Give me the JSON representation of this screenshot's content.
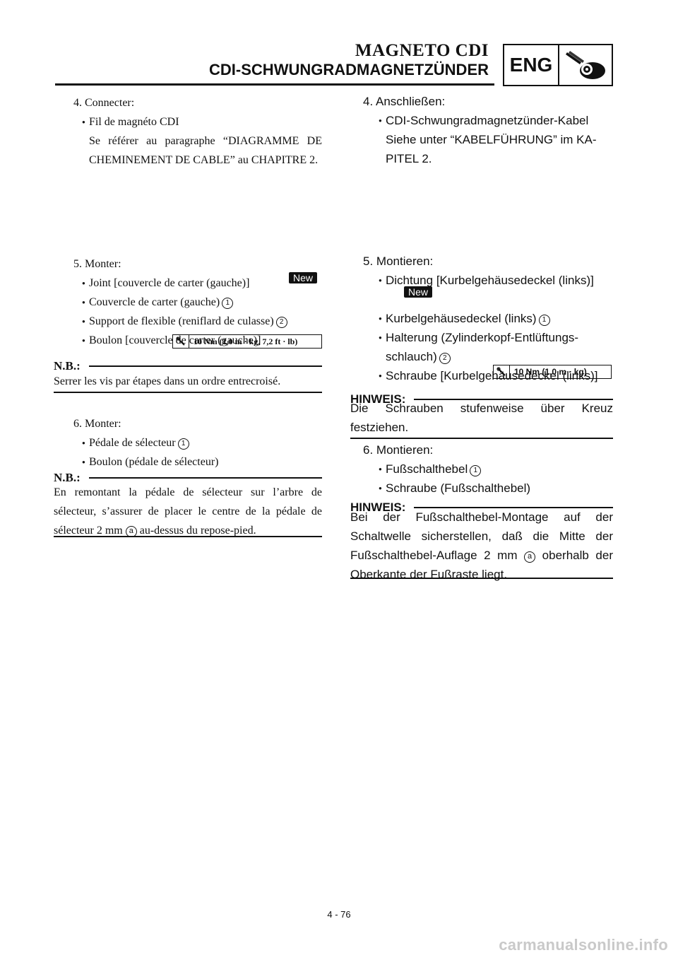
{
  "header": {
    "title_en": "MAGNETO CDI",
    "title_de": "CDI-SCHWUNGRADMAGNETZÜNDER",
    "lang_label": "ENG",
    "icon": "electrical-coil-icon"
  },
  "fr": {
    "step4": {
      "num": "4.",
      "label": "Connecter:"
    },
    "step4_bullet1": "Fil de magnéto CDI",
    "step4_sub": "Se référer au paragraphe “DIAGRAMME DE CHEMINEMENT DE CABLE” au CHAPITRE 2.",
    "step5": {
      "num": "5.",
      "label": "Monter:"
    },
    "step5_b1": "Joint [couvercle de carter (gauche)]",
    "step5_b2": "Couvercle de carter (gauche)",
    "step5_b3": "Support de flexible (reniflard de culasse)",
    "step5_b4": "Boulon [couvercle de carter (gauche)]",
    "torque": "10 Nm (1,0 m · kg, 7,2 ft · lb)",
    "note1_head": "N.B.:",
    "note1_body": "Serrer les vis par étapes dans un ordre entrecroisé.",
    "step6": {
      "num": "6.",
      "label": "Monter:"
    },
    "step6_b1": "Pédale de sélecteur",
    "step6_b2": "Boulon (pédale de sélecteur)",
    "note2_head": "N.B.:",
    "note2_body_pre": "En remontant la pédale de sélecteur sur l’arbre de sélecteur, s’assurer de placer le centre de la pédale de sélecteur 2 mm",
    "note2_body_post": "au-dessus du repose-pied."
  },
  "de": {
    "step4": {
      "num": "4.",
      "label": "Anschließen:"
    },
    "step4_bullet1": "CDI-Schwungradmagnetzünder-Kabel",
    "step4_sub": "Siehe unter “KABELFÜHRUNG” im KAPITEL 2.",
    "step4_sub_l1": "Siehe unter “KABELFÜHRUNG” im KA-",
    "step4_sub_l2": "PITEL 2.",
    "step5": {
      "num": "5.",
      "label": "Montieren:"
    },
    "step5_b1": "Dichtung [Kurbelgehäusedeckel (links)]",
    "step5_b2": "Kurbelgehäusedeckel (links)",
    "step5_b3_l1": "Halterung (Zylinderkopf-Entlüftungs-",
    "step5_b3_l2": "schlauch)",
    "step5_b4": "Schraube [Kurbelgehäusedeckel (links)]",
    "torque": "10 Nm (1,0 m · kg)",
    "note1_head": "HINWEIS:",
    "note1_body": "Die Schrauben stufenweise über Kreuz festziehen.",
    "step6": {
      "num": "6.",
      "label": "Montieren:"
    },
    "step6_b1": "Fußschalthebel",
    "step6_b2": "Schraube (Fußschalthebel)",
    "note2_head": "HINWEIS:",
    "note2_body_pre": "Bei der Fußschalthebel-Montage auf der Schaltwelle sicherstellen, daß die Mitte der Fußschalthebel-Auflage 2 mm",
    "note2_body_post": "oberhalb der Oberkante der Fußraste liegt."
  },
  "badges": {
    "new": "New",
    "ref1": "1",
    "ref2": "2",
    "ref_a": "a"
  },
  "footer": {
    "page": "4 - 76",
    "watermark": "carmanualsonline.info"
  }
}
